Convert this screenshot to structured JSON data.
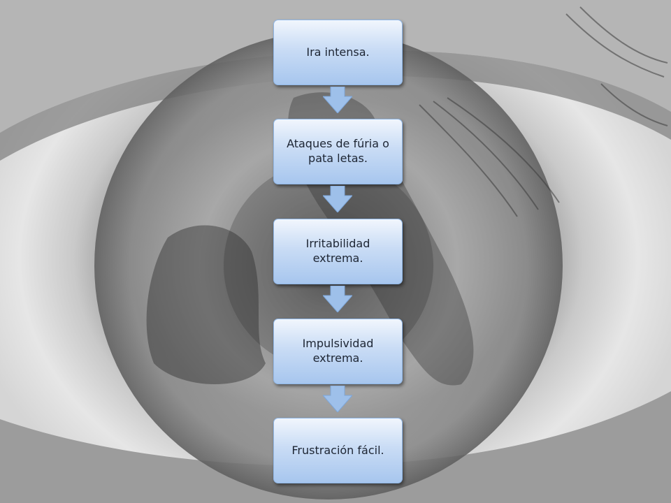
{
  "background": {
    "description_icon": "eye-icon",
    "palette": [
      "#e9e9e9",
      "#a9a9a9",
      "#5a5a5a"
    ]
  },
  "flowchart": {
    "accent": "#a7c6ee",
    "arrow_color": "#9ec0ea",
    "steps": [
      {
        "label": "Ira intensa."
      },
      {
        "label": "Ataques de fúria o pata letas."
      },
      {
        "label": "Irritabilidad extrema."
      },
      {
        "label": "Impulsividad extrema."
      },
      {
        "label": "Frustración fácil."
      }
    ]
  }
}
